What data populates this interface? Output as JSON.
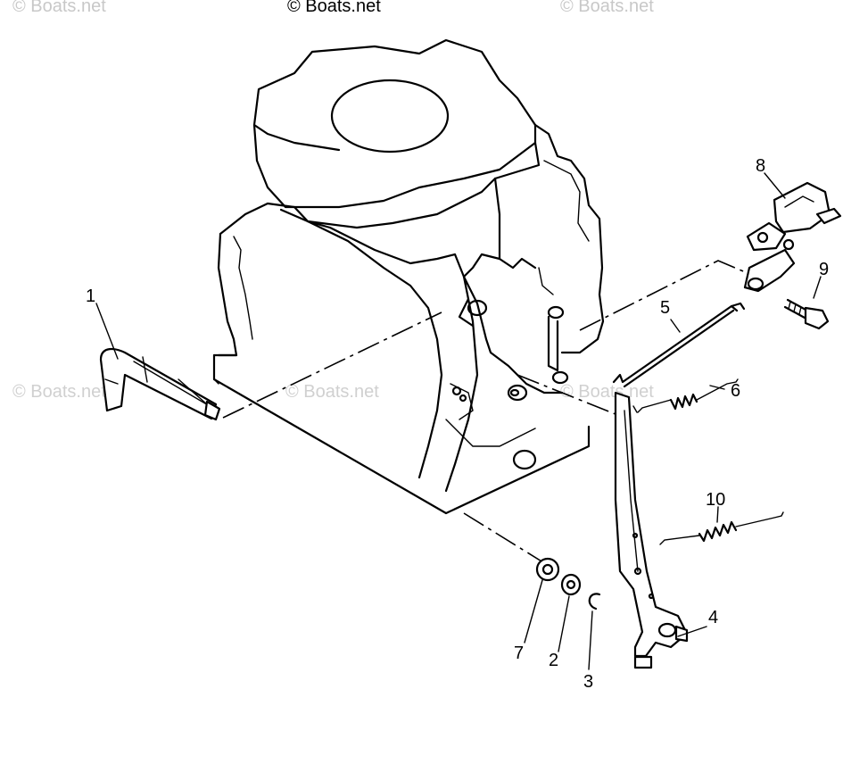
{
  "watermarks": {
    "top_left": "© Boats.net",
    "top_center": "© Boats.net",
    "top_right": "© Boats.net",
    "mid_left": "© Boats.net",
    "mid_center": "© Boats.net",
    "mid_right": "© Boats.net"
  },
  "callouts": {
    "p1": "1",
    "p2": "2",
    "p3": "3",
    "p4": "4",
    "p5": "5",
    "p6": "6",
    "p7": "7",
    "p8": "8",
    "p9": "9",
    "p10": "10"
  }
}
